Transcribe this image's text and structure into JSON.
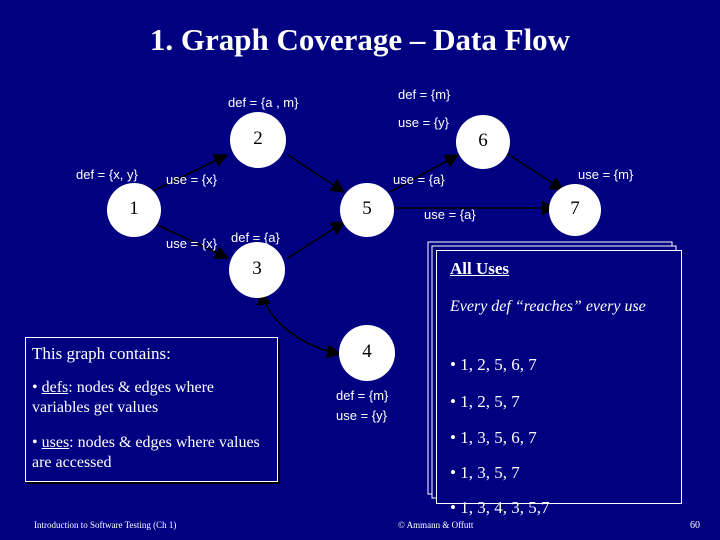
{
  "title": "1. Graph Coverage – Data Flow",
  "nodes": {
    "n1": "1",
    "n2": "2",
    "n3": "3",
    "n4": "4",
    "n5": "5",
    "n6": "6",
    "n7": "7"
  },
  "labels": {
    "def_a_m": "def = {a , m}",
    "def_m_top": "def = {m}",
    "use_y_top": "use = {y}",
    "def_x_y": "def = {x, y}",
    "use_x_12": "use = {x}",
    "use_a_56": "use = {a}",
    "use_m_67": "use = {m}",
    "use_a_57": "use = {a}",
    "use_x_13": "use = {x}",
    "def_a_3": "def = {a}",
    "def_m_4": "def = {m}",
    "use_y_4": "use = {y}"
  },
  "info_box": {
    "heading": "This graph contains:",
    "defs_term": "defs",
    "defs_rest": ": nodes & edges where variables get values",
    "uses_term": "uses",
    "uses_rest": ": nodes & edges where values are accessed",
    "bullet": "•"
  },
  "all_uses": {
    "title": "All Uses",
    "note": "Every def “reaches” every use",
    "paths": [
      "• 1, 2, 5, 6, 7",
      "• 1, 2, 5, 7",
      "• 1, 3, 5, 6, 7",
      "• 1, 3, 5, 7",
      "• 1, 3, 4, 3, 5,7"
    ]
  },
  "footer": {
    "left": "Introduction to Software Testing (Ch 1)",
    "center": "© Ammann & Offutt",
    "page": "60"
  },
  "colors": {
    "background": "#000080",
    "node_fill": "#ffffff",
    "text": "#ffffff",
    "edge": "#000000"
  }
}
